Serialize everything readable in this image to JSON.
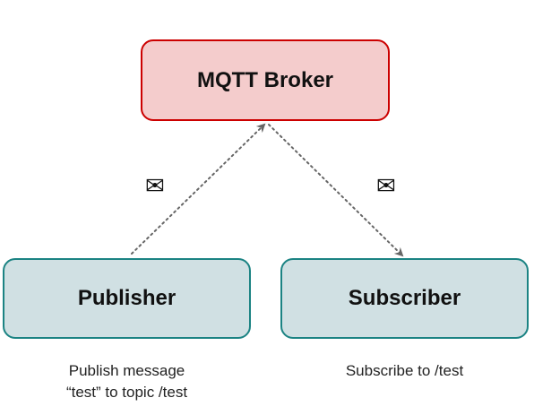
{
  "colors": {
    "broker_fill": "#f4cccc",
    "broker_border": "#cc0000",
    "client_fill": "#d0e0e3",
    "client_border": "#1b8383",
    "edge": "#666666"
  },
  "nodes": {
    "broker": {
      "label": "MQTT Broker"
    },
    "publisher": {
      "label": "Publisher"
    },
    "subscriber": {
      "label": "Subscriber"
    }
  },
  "captions": {
    "publisher_line1": "Publish message",
    "publisher_line2": "“test” to topic /test",
    "subscriber": "Subscribe to /test"
  },
  "edges": [
    {
      "from": "publisher",
      "to": "broker",
      "style": "dotted",
      "icon": "envelope-icon"
    },
    {
      "from": "broker",
      "to": "subscriber",
      "style": "dotted",
      "icon": "envelope-icon"
    }
  ],
  "icons": {
    "envelope": "✉"
  }
}
